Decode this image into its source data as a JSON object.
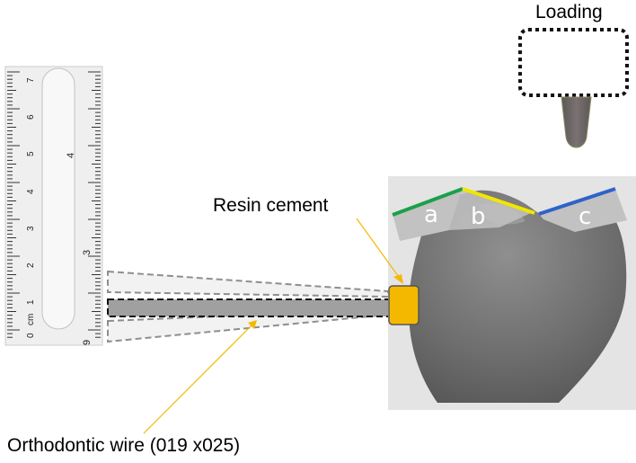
{
  "labels": {
    "loading": "Loading",
    "resin_cement": "Resin cement",
    "orthodontic_wire": "Orthodontic wire (019 x025)"
  },
  "tooth_segments": [
    {
      "letter": "a",
      "color": "#1aa04a"
    },
    {
      "letter": "b",
      "color": "#f2e600"
    },
    {
      "letter": "c",
      "color": "#2f63c9"
    }
  ],
  "ruler": {
    "unit": "cm",
    "numbers_left": [
      "7",
      "6",
      "5",
      "4",
      "3",
      "2",
      "1",
      "0"
    ],
    "numbers_right": [
      "4",
      "3",
      "9"
    ]
  },
  "colors": {
    "resin": "#f5b800",
    "arrow": "#f5b800",
    "wire": "#a0a0a0",
    "tooth_background": "#e4e4e4",
    "loading_tip": "#6f6868"
  }
}
